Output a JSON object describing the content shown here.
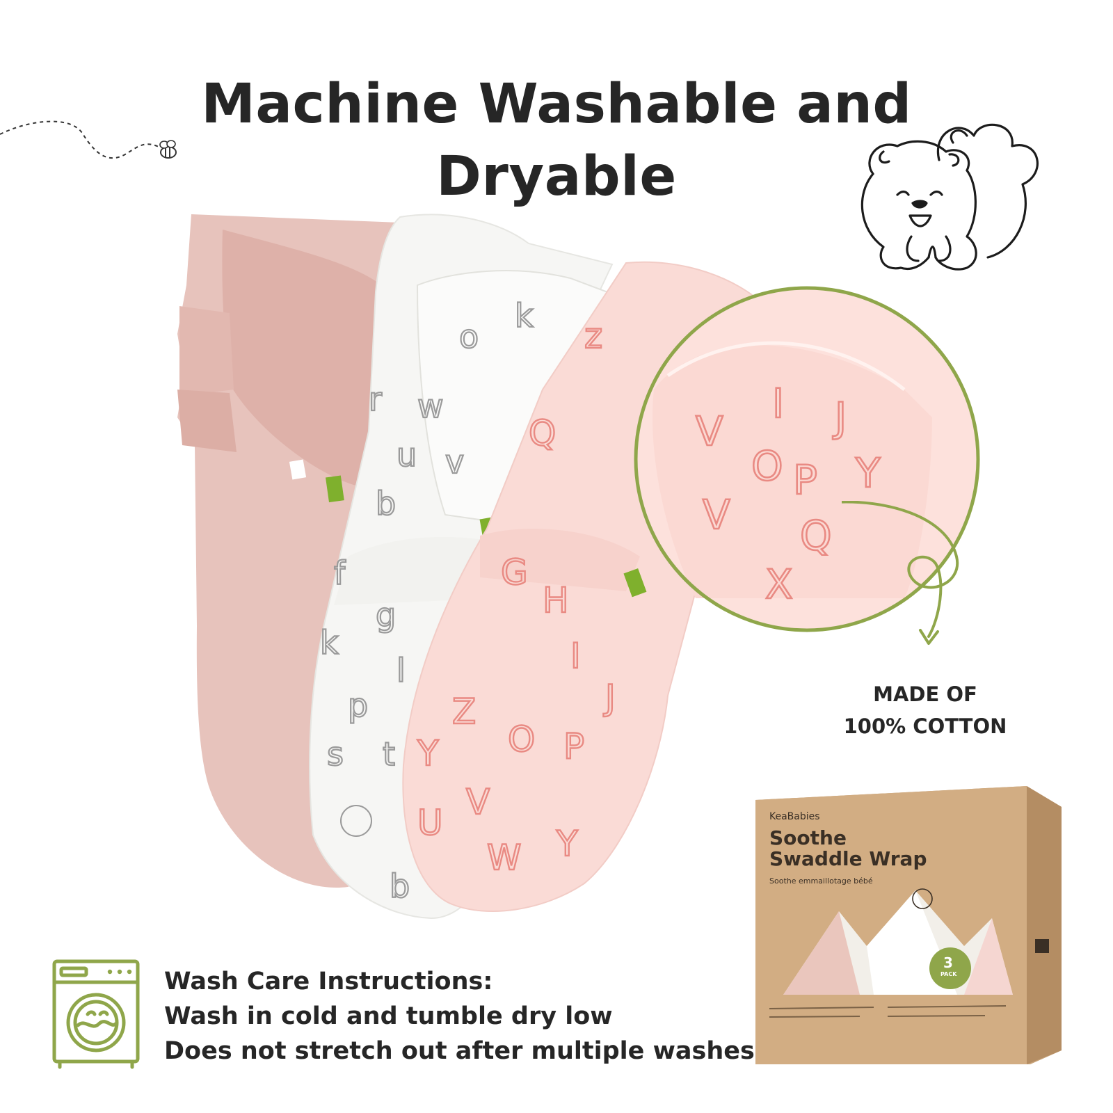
{
  "headline": {
    "line1": "Machine Washable and",
    "line2": "Dryable"
  },
  "callout": {
    "line1": "MADE OF",
    "line2": "100% COTTON"
  },
  "care": {
    "heading": "Wash Care Instructions:",
    "line1": "Wash in cold and tumble dry low",
    "line2": "Does not stretch out after multiple washes"
  },
  "box": {
    "brand": "KeaBabies",
    "title_line1": "Soothe",
    "title_line2": "Swaddle Wrap",
    "subtitle": "Soothe emmaillotage bébé",
    "pack_count": "3",
    "pack_label": "PACK"
  },
  "colors": {
    "accent_green": "#8fa64a",
    "text": "#262626",
    "swaddle_pink": "#e7c3bc",
    "swaddle_white": "#f6f6f4",
    "swaddle_light_pink": "#fadbd6",
    "letter_red": "#e98a83",
    "kraft": "#c9a47a"
  },
  "icons": [
    "bee-icon",
    "bear-illustration-icon",
    "washing-machine-icon",
    "curved-arrow-icon"
  ]
}
